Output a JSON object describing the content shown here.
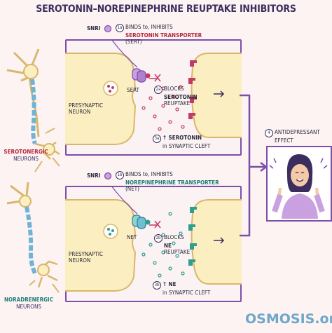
{
  "title": "SEROTONIN–NOREPINEPHRINE REUPTAKE INHIBITORS",
  "top": {
    "snri": "SNRI",
    "step_a_num": "1a",
    "step_a_line1": "BINDS to, INHIBITS",
    "step_a_line2": "SEROTONIN TRANSPORTER",
    "step_a_line3": "(SERT)",
    "transporter": "SERT",
    "presynaptic": [
      "PRESYNAPTIC",
      "NEURON"
    ],
    "step_b_num": "2a",
    "step_b_line1": "BLOCKS",
    "step_b_line2": "SEROTONIN",
    "step_b_line3": "REUPTAKE",
    "step_c_num": "3a",
    "step_c_line1": "↑ SEROTONIN",
    "step_c_line2": "in SYNAPTIC CLEFT",
    "neuron_label_1": "SEROTONERGIC",
    "neuron_label_2": "NEURONS"
  },
  "bottom": {
    "snri": "SNRI",
    "step_a_num": "1b",
    "step_a_line1": "BINDS to, INHIBITS",
    "step_a_line2": "NOREPINEPHRINE TRANSPORTER",
    "step_a_line3": "(NET)",
    "transporter": "NET",
    "presynaptic": [
      "PRESYNAPTIC",
      "NEURON"
    ],
    "step_b_num": "2b",
    "step_b_line1": "BLOCKS",
    "step_b_line2": "NE",
    "step_b_line3": "REUPTAKE",
    "step_c_num": "3b",
    "step_c_line1": "↑ NE",
    "step_c_line2": "in SYNAPTIC CLEFT",
    "neuron_label_1": "NORADRENERGIC",
    "neuron_label_2": "NEURONS"
  },
  "effect": {
    "num": "4",
    "line1": "ANTIDEPRESSANT",
    "line2": "EFFECT"
  },
  "logo": "OSMOSIS.org",
  "colors": {
    "purple": "#7c4fa8",
    "serotonin": "#c23a66",
    "norepinephrine": "#2e9e8e",
    "neuron_fill": "#fbeec0",
    "neuron_stroke": "#d9b76a"
  }
}
